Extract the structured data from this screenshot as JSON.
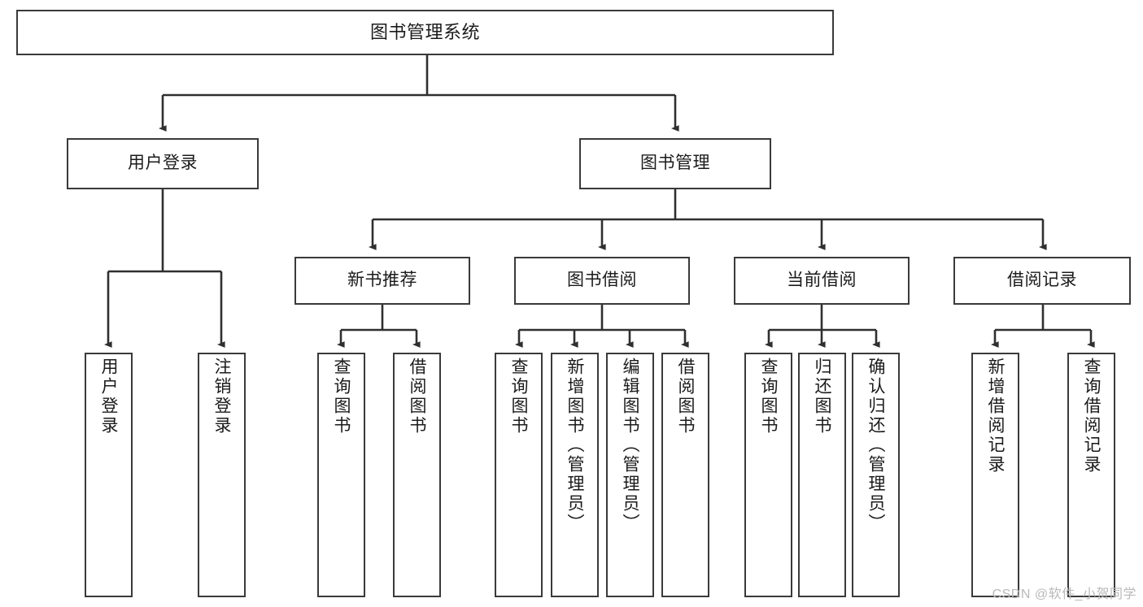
{
  "diagram": {
    "title": "图书管理系统",
    "watermark": "CSDN @软件_小贺同学",
    "colors": {
      "stroke": "#3a3a3a",
      "fill": "#ffffff",
      "text": "#1b1b1b",
      "watermark": "#b9b9b9"
    },
    "nodes": {
      "root": {
        "label": "图书管理系统"
      },
      "level2": [
        {
          "label": "用户登录"
        },
        {
          "label": "图书管理"
        }
      ],
      "level3": [
        {
          "label": "新书推荐"
        },
        {
          "label": "图书借阅"
        },
        {
          "label": "当前借阅"
        },
        {
          "label": "借阅记录"
        }
      ],
      "leaves": {
        "user_login": [
          {
            "label": "用户登录"
          },
          {
            "label": "注销登录"
          }
        ],
        "new_book": [
          {
            "label": "查询图书"
          },
          {
            "label": "借阅图书"
          }
        ],
        "book_borrow": [
          {
            "label": "查询图书"
          },
          {
            "label": "新增图书（管理员）"
          },
          {
            "label": "编辑图书（管理员）"
          },
          {
            "label": "借阅图书"
          }
        ],
        "current_borrow": [
          {
            "label": "查询图书"
          },
          {
            "label": "归还图书"
          },
          {
            "label": "确认归还（管理员）"
          }
        ],
        "borrow_record": [
          {
            "label": "新增借阅记录"
          },
          {
            "label": "查询借阅记录"
          }
        ]
      }
    }
  }
}
